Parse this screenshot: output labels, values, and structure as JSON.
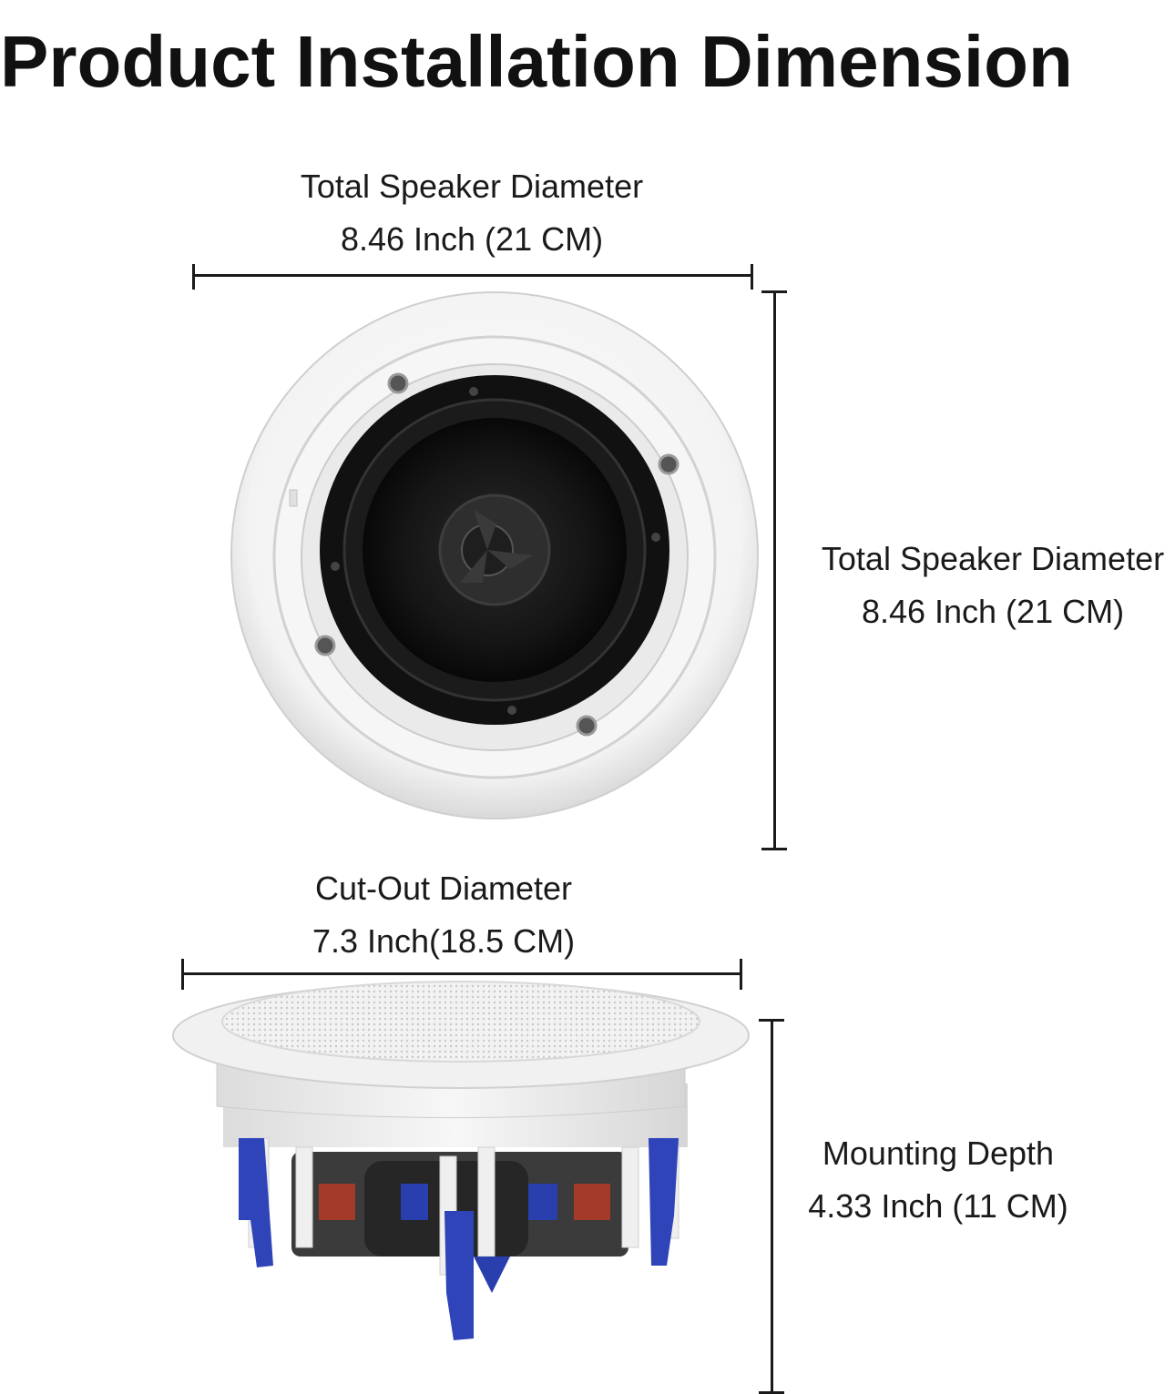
{
  "title": "Product Installation Dimension",
  "top_width": {
    "name": "Total Speaker Diameter",
    "value": "8.46 Inch (21 CM)"
  },
  "top_height": {
    "name": "Total Speaker Diameter",
    "value": "8.46 Inch (21 CM)"
  },
  "cutout": {
    "name": "Cut-Out Diameter",
    "value": "7.3 Inch(18.5 CM)"
  },
  "depth": {
    "name": "Mounting Depth",
    "value": "4.33 Inch (11 CM)"
  },
  "colors": {
    "text": "#1a1a1a",
    "speaker_white": "#f4f4f4",
    "cone": "#1c1c1c",
    "clip_blue": "#2f44b8"
  }
}
